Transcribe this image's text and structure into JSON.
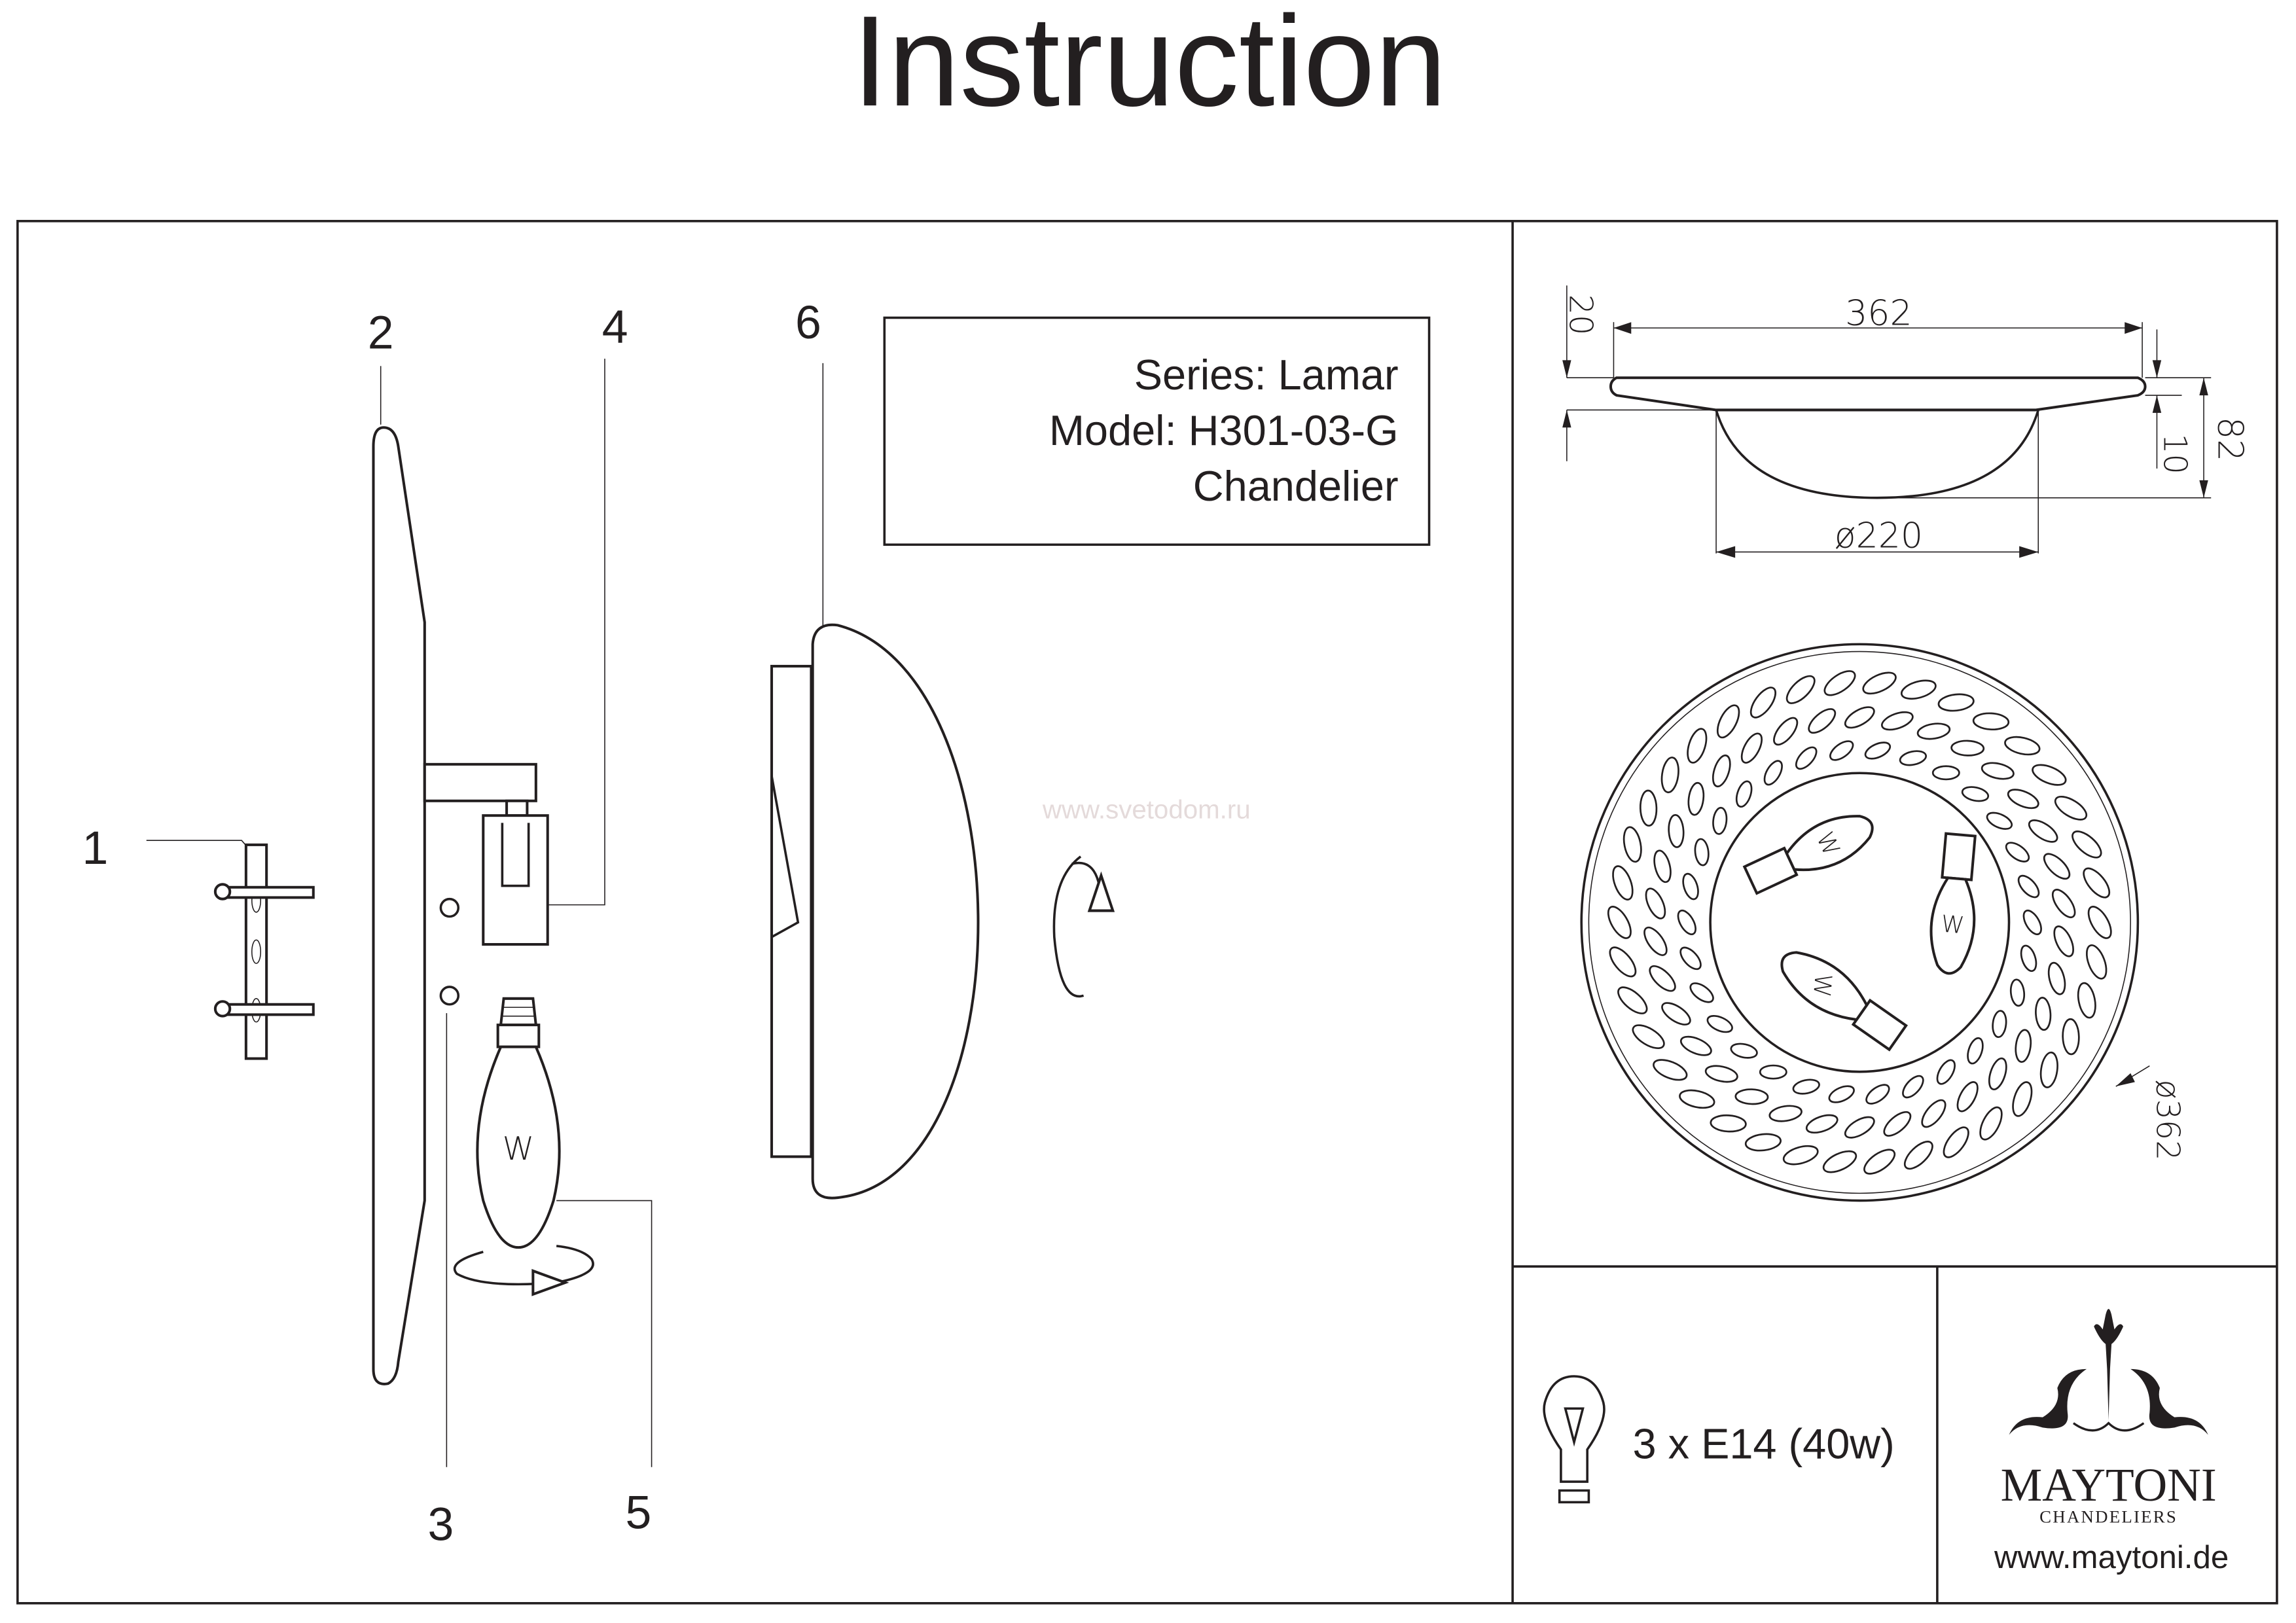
{
  "title": "Instruction",
  "info": {
    "series": "Series: Lamar",
    "model": "Model: H301-03-G",
    "type": "Chandelier"
  },
  "watermark": "www.svetodom.ru",
  "part_labels": [
    "1",
    "2",
    "3",
    "4",
    "5",
    "6"
  ],
  "bulb_letter": "W",
  "dimensions": {
    "width": "362",
    "height_total": "82",
    "plate_height": "20",
    "rim": "10",
    "shade_diameter": "ø220",
    "top_diameter": "ø362"
  },
  "lamp_spec": "3 x E14 (40w)",
  "brand": {
    "name": "MAYTONI",
    "tagline": "CHANDELIERS",
    "url": "www.maytoni.de"
  }
}
